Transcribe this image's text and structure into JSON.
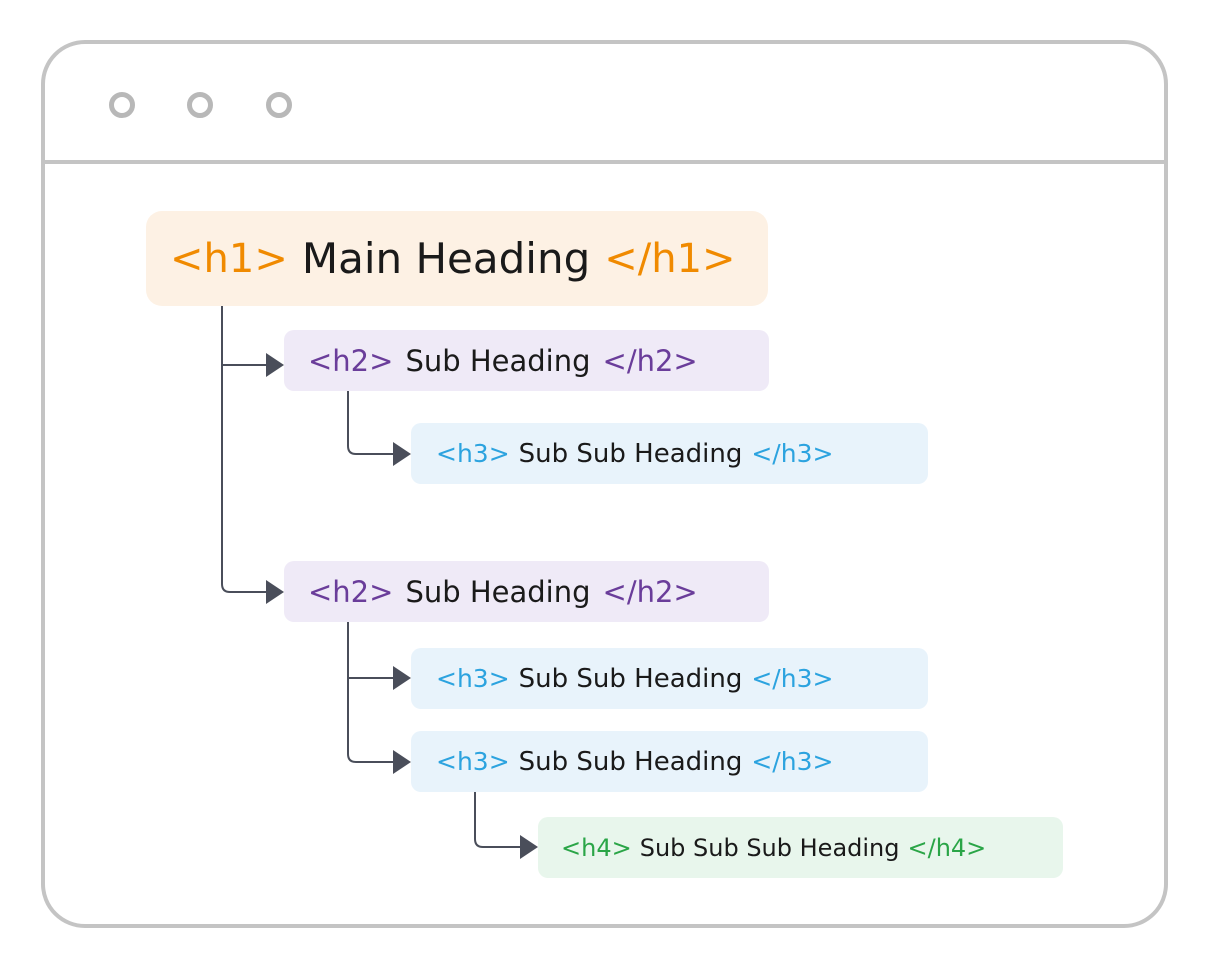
{
  "window": {
    "controls": [
      "dot",
      "dot",
      "dot"
    ]
  },
  "outline": {
    "h1": {
      "open": "<h1>",
      "text": "Main Heading",
      "close": "</h1>",
      "color": "#f08a00"
    },
    "h2_first": {
      "open": "<h2>",
      "text": "Sub Heading",
      "close": "</h2>",
      "color": "#6a3d9a"
    },
    "h3_first": {
      "open": "<h3>",
      "text": "Sub Sub Heading",
      "close": "</h3>",
      "color": "#2ca3df"
    },
    "h2_second": {
      "open": "<h2>",
      "text": "Sub Heading",
      "close": "</h2>",
      "color": "#6a3d9a"
    },
    "h3_second": {
      "open": "<h3>",
      "text": "Sub Sub Heading",
      "close": "</h3>",
      "color": "#2ca3df"
    },
    "h3_third": {
      "open": "<h3>",
      "text": "Sub Sub Heading",
      "close": "</h3>",
      "color": "#2ca3df"
    },
    "h4": {
      "open": "<h4>",
      "text": "Sub Sub Sub Heading",
      "close": "</h4>",
      "color": "#2aa547"
    }
  },
  "connector_color": "#4a4e5a"
}
